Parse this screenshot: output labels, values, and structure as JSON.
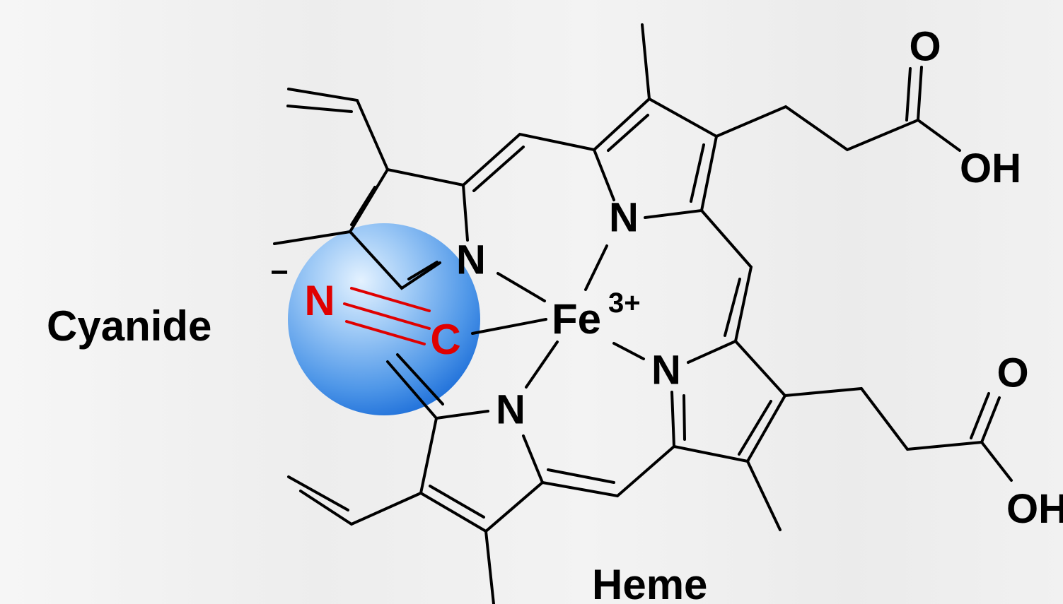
{
  "labels": {
    "ligand": "Cyanide",
    "molecule": "Heme"
  },
  "atoms": {
    "n_top_left": "N",
    "n_top_right": "N",
    "n_bottom_left": "N",
    "n_bottom_right": "N",
    "iron": "Fe",
    "iron_charge": "3+",
    "cyanide_n": "N",
    "cyanide_c": "C",
    "cyanide_charge": "−",
    "carbonyl_o_top": "O",
    "hydroxyl_top": "OH",
    "carbonyl_o_bottom": "O",
    "hydroxyl_bottom": "OH"
  },
  "colors": {
    "bond": "#000000",
    "cyanide": "#e00000",
    "sphere_light": "#d6ecff",
    "sphere_dark": "#1e6fd9"
  }
}
